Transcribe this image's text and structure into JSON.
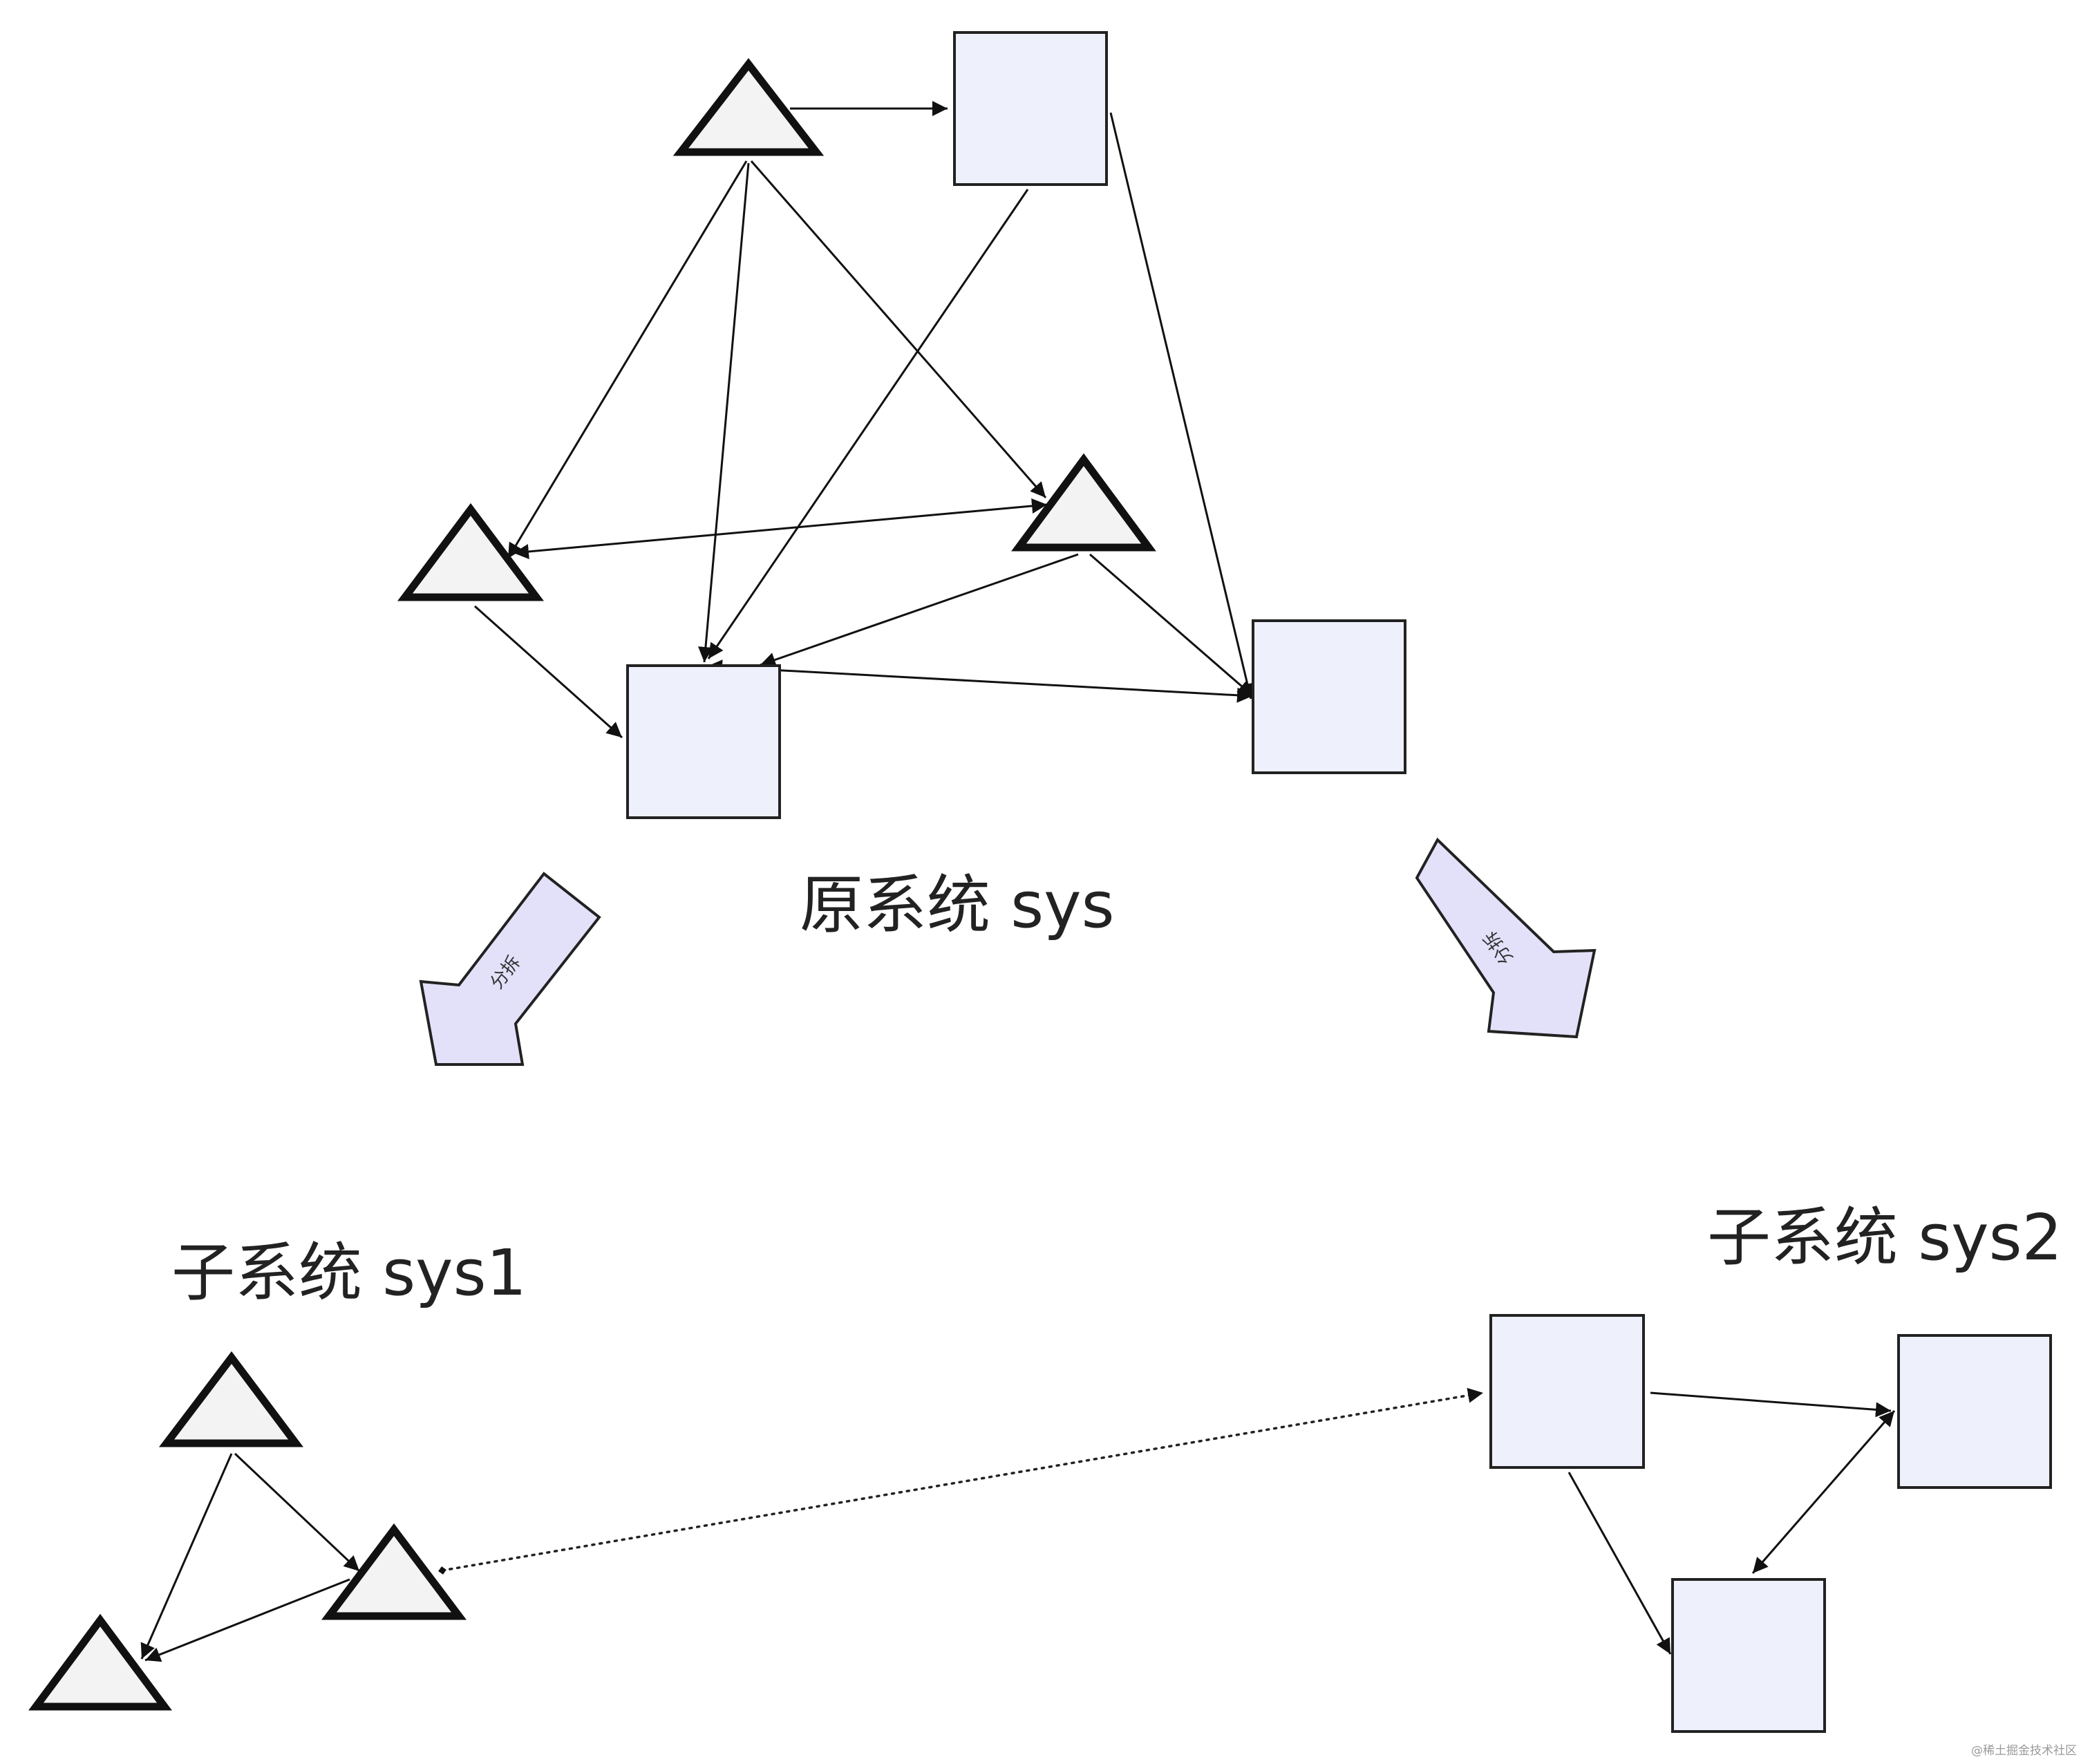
{
  "labels": {
    "original_system": "原系统 sys",
    "subsystem_1": "子系统 sys1",
    "subsystem_2": "子系统 sys2",
    "split_arrow_left": "分拆",
    "split_arrow_right": "分拆"
  },
  "watermark": "@稀土掘金技术社区",
  "colors": {
    "triangle_fill": "#f3f3f3",
    "box_fill": "#eef1fb",
    "big_arrow_fill": "#e3e0fa",
    "stroke": "#111111"
  },
  "node_kinds": [
    "triangle",
    "square"
  ]
}
